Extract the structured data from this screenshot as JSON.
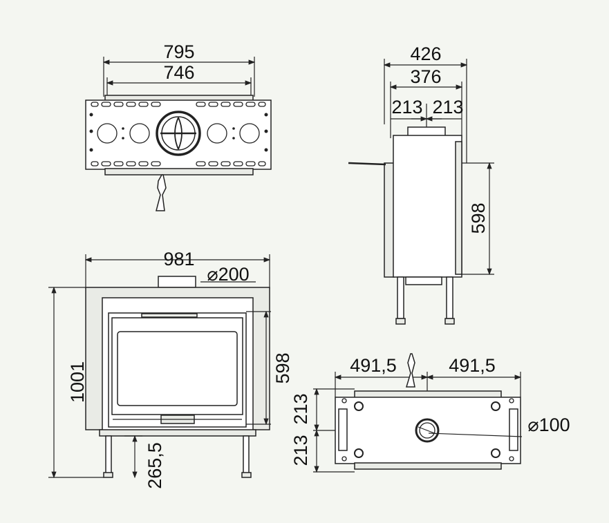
{
  "top_view": {
    "outer_width": "795",
    "inner_width": "746"
  },
  "side_view": {
    "depth": "426",
    "inner_depth": "376",
    "half_left": "213",
    "half_right": "213",
    "height": "598"
  },
  "front_view": {
    "width": "981",
    "flue_diameter": "⌀200",
    "height": "1001",
    "glass_height": "598",
    "leg_height": "265,5"
  },
  "bottom_view": {
    "half_left": "491,5",
    "half_right": "491,5",
    "quarter_top": "213",
    "quarter_bottom": "213",
    "outlet_diameter": "⌀100"
  }
}
